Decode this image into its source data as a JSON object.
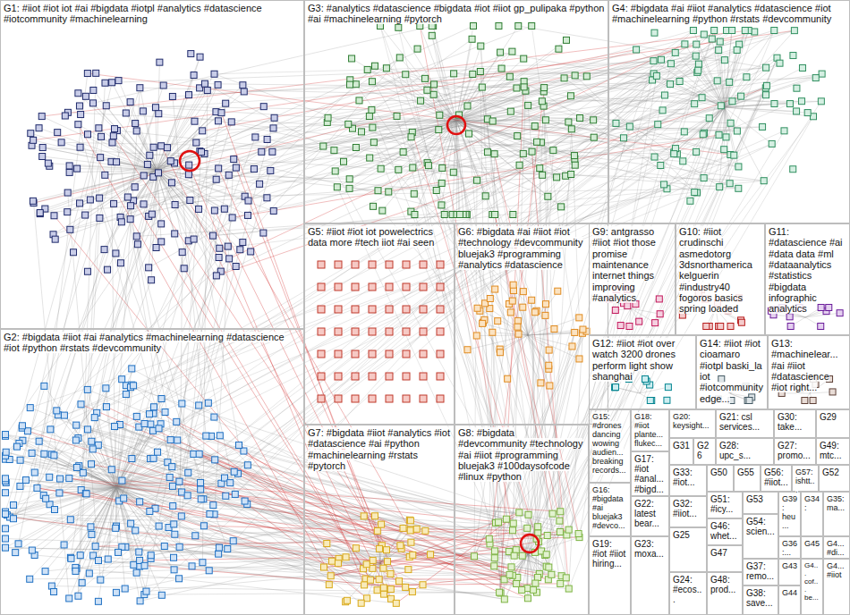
{
  "diagram": {
    "nodes": [
      {
        "text": [
          "G1: #iiot #iot iot #ai #bigdata #iotpl #analytics #datascience #iotcommunity #machinelearning"
        ]
      },
      {
        "text": [
          "G3: #analytics #datascience #bigdata #iot #iiot gp_pulipaka #python #ai #machinelearning #pytorch"
        ]
      },
      {
        "text": [
          "G4: #bigdata #ai #iiot #analytics #datascience #iot #machinelearning #python #rstats #devcommunity"
        ]
      },
      {
        "text": [
          "G5: #iiot #iot iot powelectrics data more #tech iiot #ai seen"
        ]
      },
      {
        "text": [
          "G6: #bigdata #ai #iiot #iot #technology #devcommunity bluejak3 #programming #analytics #datascience"
        ]
      },
      {
        "text": [
          "G9: antgrasso #iiot #iot those promise maintenance internet things improving #analytics"
        ]
      },
      {
        "text": [
          "G10: #iiot crudinschi asmedotorg 3dsnorthamerica kelguerin #industry40 fogoros basics spring loaded"
        ]
      },
      {
        "text": [
          "G11: #datascience #ai #data data #ml #dataanalytics #statistics #bigdata infographic analytics"
        ]
      },
      {
        "text": [
          "G12: #iiot #iot over watch 3200 drones perform light show shanghai"
        ]
      },
      {
        "text": [
          "G14: #iiot #iot cioamaro #iotpl baski_la iot #iotcommunity edge..."
        ]
      },
      {
        "text": [
          "G13: #machinelear... #ai #iiot #datascience #iot right..."
        ]
      },
      {
        "text": [
          "G2: #bigdata #iiot #ai #analytics #machinelearning #datascience #iot #python #rstats #devcommunity"
        ]
      },
      {
        "text": [
          "G7: #bigdata #iiot #analytics #iot #datascience #ai #python #machinelearning #rstats #pytorch"
        ]
      },
      {
        "text": [
          "G8: #bigdata #devcommunity #technology #ai #iiot #programming bluejak3 #100daysofcode #linux #python"
        ]
      },
      {
        "text": [
          "G15: #drones dancing wowing audien... breaking records..."
        ]
      },
      {
        "text": [
          "G18: #iiot plante... flukec..."
        ]
      },
      {
        "text": [
          "G20: keysight..."
        ]
      },
      {
        "text": [
          "G21: csl services..."
        ]
      },
      {
        "text": [
          "G30: take..."
        ]
      },
      {
        "text": [
          "G29"
        ]
      },
      {
        "text": [
          "G31"
        ]
      },
      {
        "text": [
          "G26"
        ]
      },
      {
        "text": [
          "G28: upc_s..."
        ]
      },
      {
        "text": [
          "G27: promo..."
        ]
      },
      {
        "text": [
          "G49: mtc..."
        ]
      },
      {
        "text": [
          "G17: #iot #anal... #bigd..."
        ]
      },
      {
        "text": [
          "G33: #iot..."
        ]
      },
      {
        "text": [
          "G50"
        ]
      },
      {
        "text": [
          "G55"
        ]
      },
      {
        "text": [
          "G56: #iiot..."
        ]
      },
      {
        "text": [
          "G57: ishtt..."
        ]
      },
      {
        "text": [
          "G52"
        ]
      },
      {
        "text": [
          "G16: #bigdata #ai bluejak3 #devco..."
        ]
      },
      {
        "text": [
          "G22: latest bear..."
        ]
      },
      {
        "text": [
          "G32: #iiot..."
        ]
      },
      {
        "text": [
          "G51: #icy..."
        ]
      },
      {
        "text": [
          "G53"
        ]
      },
      {
        "text": [
          "G39: heu..."
        ]
      },
      {
        "text": [
          "G34:"
        ]
      },
      {
        "text": [
          "G35: ma..."
        ]
      },
      {
        "text": [
          "G25"
        ]
      },
      {
        "text": [
          "G46: whet..."
        ]
      },
      {
        "text": [
          "G54: scien..."
        ]
      },
      {
        "text": [
          "G36:..."
        ]
      },
      {
        "text": [
          "G45"
        ]
      },
      {
        "text": [
          "G4... #di..."
        ]
      },
      {
        "text": [
          "G19: #iot #iiot hiring..."
        ]
      },
      {
        "text": [
          "G23: moxa..."
        ]
      },
      {
        "text": [
          "G47"
        ]
      },
      {
        "text": [
          "G37: remo..."
        ]
      },
      {
        "text": [
          "G43"
        ]
      },
      {
        "text": [
          "G4... cof... be..."
        ]
      },
      {
        "text": [
          "G4... #iiot"
        ]
      },
      {
        "text": [
          "G24: #ecos..."
        ]
      },
      {
        "text": [
          "G48: prod..."
        ]
      },
      {
        "text": [
          "G38: save..."
        ]
      },
      {
        "text": [
          "G44"
        ]
      }
    ]
  }
}
